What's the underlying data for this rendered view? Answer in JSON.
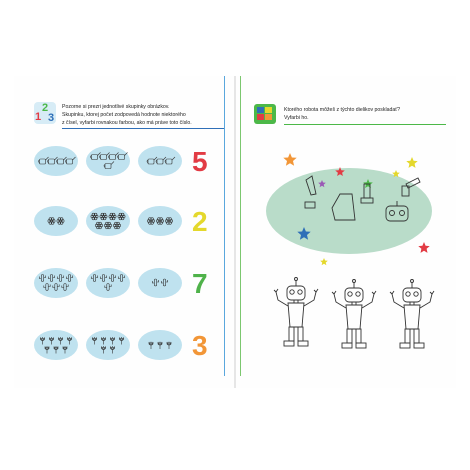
{
  "left_page": {
    "instruction": "Pozorne si prezri jednotlivé skupinky obrázkov.\nSkupinku, ktorej počet zodpovedá hodnote niektorého\nz čísel, vyfarbi rovnakou farbou, ako má práve toto číslo.",
    "badge_digits": [
      "1",
      "2",
      "3"
    ],
    "rows": [
      {
        "item": "watering-can",
        "counts": [
          4,
          5,
          3
        ],
        "number": "5",
        "number_color": "#e23b44"
      },
      {
        "item": "flower",
        "counts": [
          2,
          7,
          3
        ],
        "number": "2",
        "number_color": "#e4d82c"
      },
      {
        "item": "cactus",
        "counts": [
          7,
          5,
          2
        ],
        "number": "7",
        "number_color": "#4fb24a"
      },
      {
        "item": "tulip",
        "counts": [
          7,
          6,
          3
        ],
        "number": "3",
        "number_color": "#f29637"
      }
    ]
  },
  "right_page": {
    "instruction": "Ktorého robota môžeš z týchto dielikov poskladať?\nVyfarbi ho.",
    "star_colors": [
      "#e23b44",
      "#4cb848",
      "#e4d82c",
      "#2f6fb8",
      "#9b59b6"
    ],
    "robots": [
      "robot-1",
      "robot-2",
      "robot-3"
    ]
  }
}
